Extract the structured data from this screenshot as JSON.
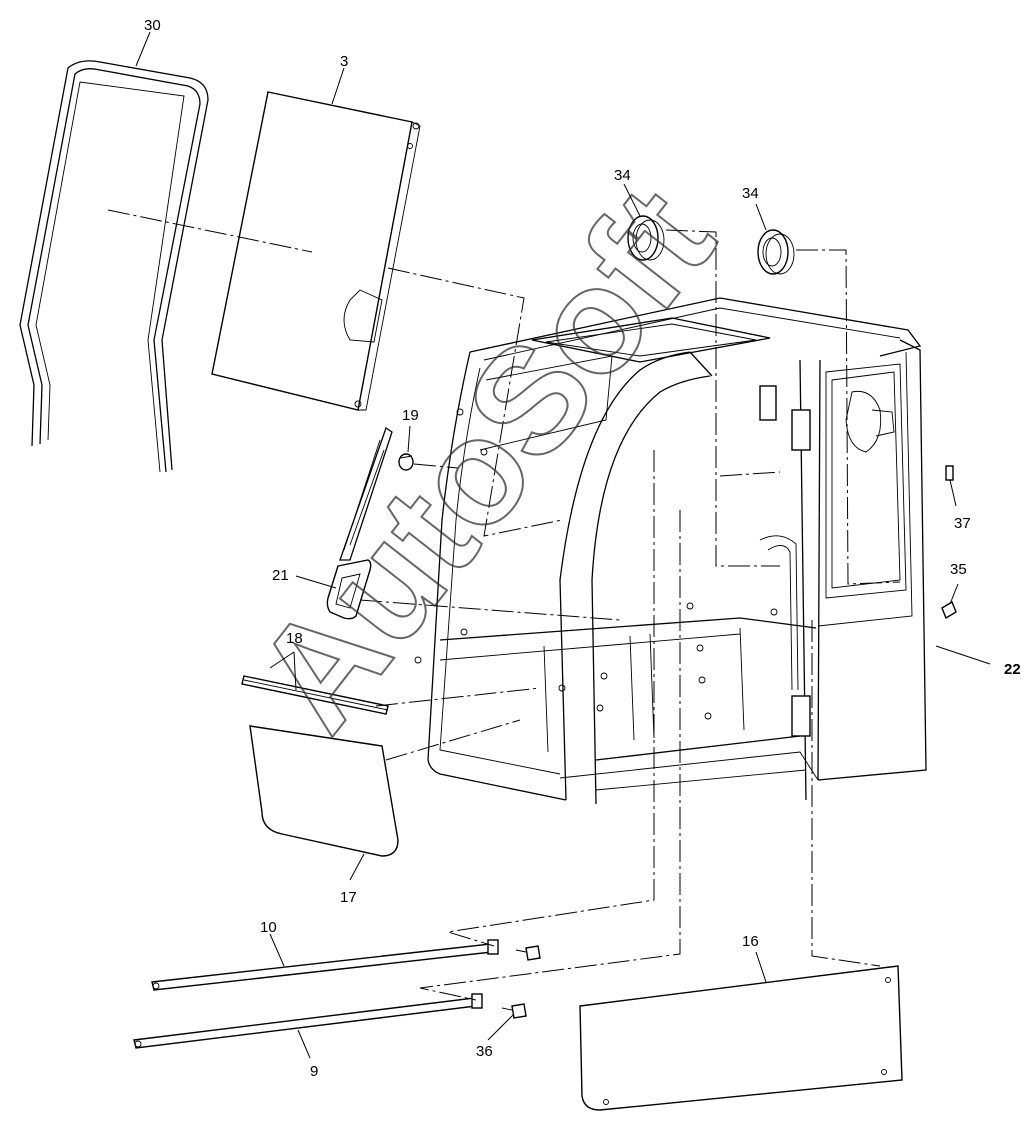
{
  "watermark": "AutoSoft",
  "callouts": [
    {
      "id": "c30",
      "label": "30"
    },
    {
      "id": "c3",
      "label": "3"
    },
    {
      "id": "c34a",
      "label": "34"
    },
    {
      "id": "c34b",
      "label": "34"
    },
    {
      "id": "c19",
      "label": "19"
    },
    {
      "id": "c21",
      "label": "21"
    },
    {
      "id": "c18",
      "label": "18"
    },
    {
      "id": "c17",
      "label": "17"
    },
    {
      "id": "c37",
      "label": "37"
    },
    {
      "id": "c35",
      "label": "35"
    },
    {
      "id": "c22",
      "label": "22"
    },
    {
      "id": "c10",
      "label": "10"
    },
    {
      "id": "c16",
      "label": "16"
    },
    {
      "id": "c9",
      "label": "9"
    },
    {
      "id": "c36",
      "label": "36"
    }
  ]
}
